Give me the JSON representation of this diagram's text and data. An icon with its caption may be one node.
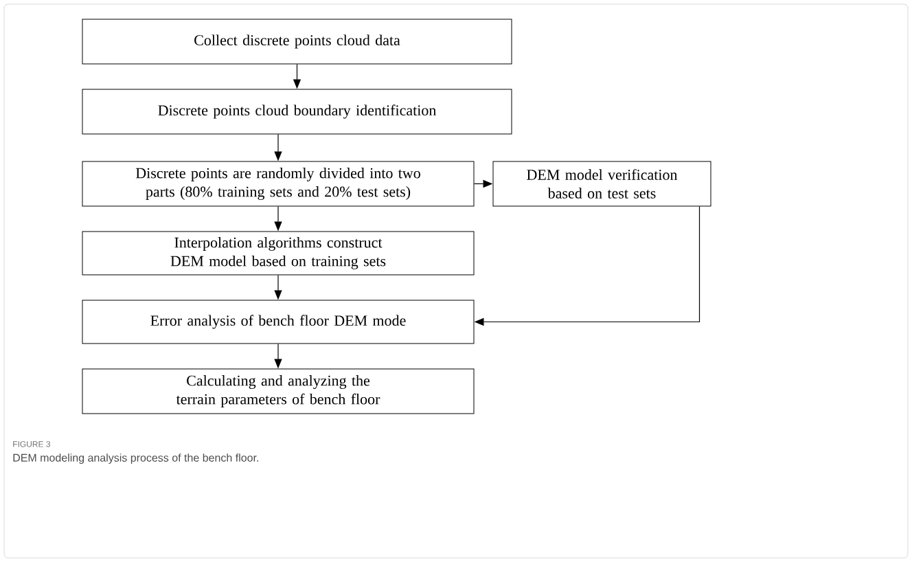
{
  "diagram": {
    "caption": "DEM modeling analysis process of the bench floor.",
    "nodes": [
      {
        "text": [
          "Collect  discrete points cloud data"
        ]
      },
      {
        "text": [
          "Discrete points cloud boundary identification"
        ]
      },
      {
        "text": [
          "Discrete points are randomly divided into two parts (80% training sets and 20% test sets)"
        ]
      },
      {
        "text": [
          "DEM model verification based on test sets"
        ]
      },
      {
        "text": [
          "Interpolation algorithms construct DEM model based on training sets"
        ]
      },
      {
        "text": [
          "Error analysis of  bench floor DEM mode"
        ]
      },
      {
        "text": [
          "Calculating and analyzing the terrain parameters  of bench floor"
        ]
      }
    ],
    "edges": [
      {
        "from": 0,
        "to": 1,
        "arrow": "to"
      },
      {
        "from": 1,
        "to": 2,
        "arrow": "to"
      },
      {
        "from": 2,
        "to": 3,
        "arrow": "to"
      },
      {
        "from": 2,
        "to": 4,
        "arrow": "to"
      },
      {
        "from": 4,
        "to": 5,
        "arrow": "to"
      },
      {
        "from": 3,
        "to": 5,
        "arrow": "to"
      },
      {
        "from": 5,
        "to": 6,
        "arrow": "to"
      }
    ],
    "labels": [
      "FIGURE 3"
    ]
  }
}
